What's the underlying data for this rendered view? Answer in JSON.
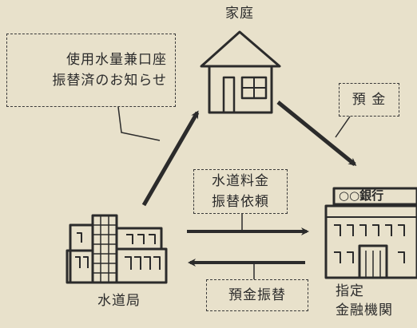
{
  "nodes": {
    "home": "家庭",
    "waterworks": "水道局",
    "bank_line1": "指定",
    "bank_line2": "金融機関",
    "bank_sign": "○○銀行"
  },
  "notes": {
    "notice_line1": "使用水量兼口座",
    "notice_line2": "振替済のお知らせ",
    "deposit": "預 金",
    "request_line1": "水道料金",
    "request_line2": "振替依頼",
    "transfer": "預金振替"
  },
  "colors": {
    "background": "#e8e1cb",
    "ink": "#2b2b2b"
  }
}
